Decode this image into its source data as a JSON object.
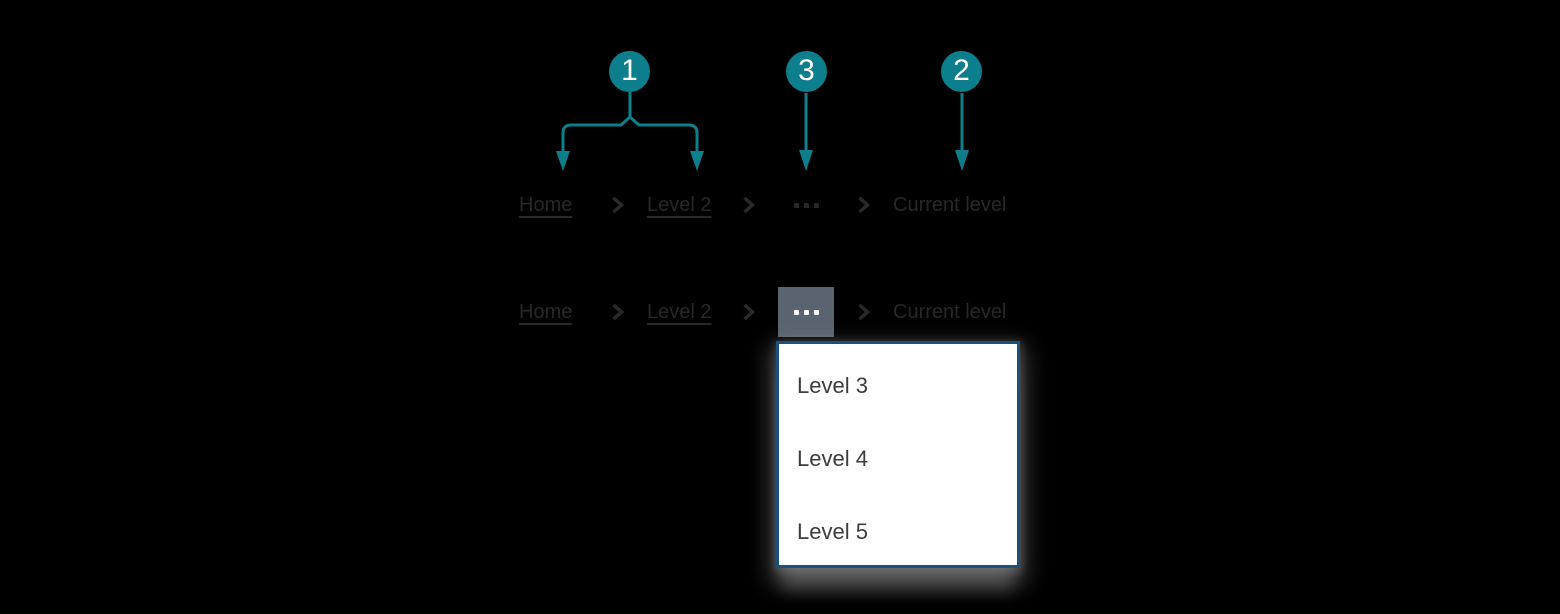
{
  "colors": {
    "background": "#000000",
    "annotation_teal": "#0d7e8c",
    "marker_number_color": "#ffffff",
    "breadcrumb_text": "#282828",
    "overflow_button_bg": "#5a6471",
    "overflow_button_dots": "#ffffff",
    "menu_border": "#1a527c",
    "menu_bg": "#ffffff",
    "menu_text": "#3c3c3c"
  },
  "annotations": {
    "markers": [
      {
        "number": "1",
        "points_to": "breadcrumb links"
      },
      {
        "number": "3",
        "points_to": "overflow indicator"
      },
      {
        "number": "2",
        "points_to": "current level"
      }
    ]
  },
  "breadcrumb_default": {
    "items": [
      {
        "label": "Home"
      },
      {
        "label": "Level 2"
      },
      {
        "label": "Current level"
      }
    ],
    "overflow_indicator": "ellipsis"
  },
  "breadcrumb_expanded": {
    "items": [
      {
        "label": "Home"
      },
      {
        "label": "Level 2"
      },
      {
        "label": "Current level"
      }
    ],
    "overflow_indicator": "ellipsis",
    "menu_items": [
      {
        "label": "Level 3"
      },
      {
        "label": "Level 4"
      },
      {
        "label": "Level 5"
      }
    ]
  }
}
